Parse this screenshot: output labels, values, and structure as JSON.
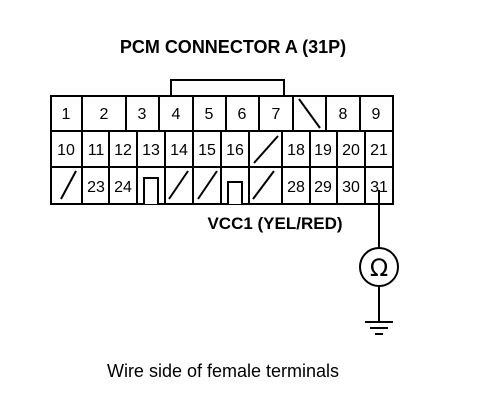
{
  "title": "PCM CONNECTOR A (31P)",
  "rows": [
    [
      "1",
      "2",
      "3",
      "4",
      "5",
      "6",
      "7",
      "",
      "8",
      "9"
    ],
    [
      "10",
      "11",
      "12",
      "13",
      "14",
      "15",
      "16",
      "",
      "18",
      "19",
      "20",
      "21"
    ],
    [
      "",
      "23",
      "24",
      "",
      "",
      "",
      "",
      "",
      "28",
      "29",
      "30",
      "31"
    ]
  ],
  "wire_label": "VCC1 (YEL/RED)",
  "meter_symbol": "Ω",
  "caption": "Wire side of female terminals"
}
